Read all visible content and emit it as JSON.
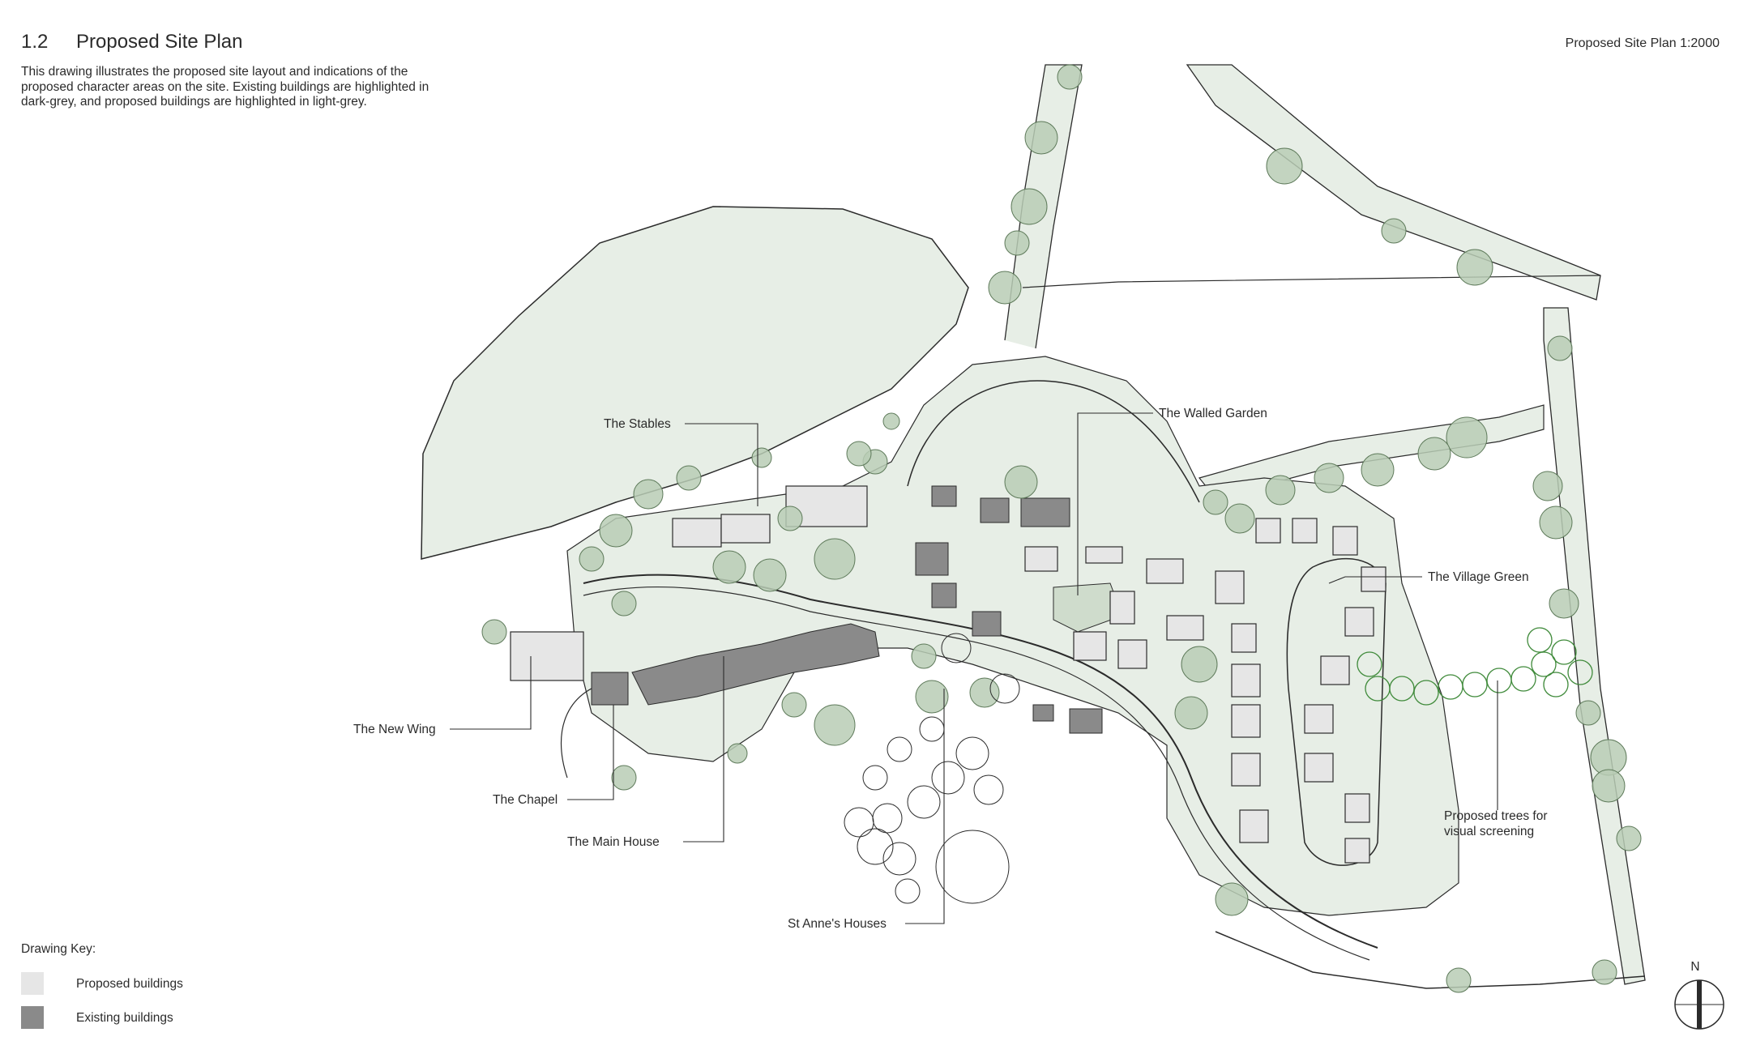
{
  "header": {
    "section_number": "1.2",
    "title": "Proposed Site Plan",
    "description": "This drawing illustrates the proposed site layout and indications of the proposed character areas on the site. Existing buildings are highlighted in dark-grey, and proposed buildings are highlighted in light-grey.",
    "scale": "Proposed Site Plan 1:2000"
  },
  "labels": {
    "stables": "The Stables",
    "walled_garden": "The Walled Garden",
    "village_green": "The Village Green",
    "new_wing": "The New Wing",
    "chapel": "The Chapel",
    "main_house": "The Main House",
    "st_annes": "St Anne's Houses",
    "screening_line1": "Proposed trees for",
    "screening_line2": "visual screening"
  },
  "key": {
    "title": "Drawing Key:",
    "proposed": "Proposed buildings",
    "existing": "Existing buildings"
  },
  "north": "N",
  "colors": {
    "green_area": "#e7eee6",
    "tree_fill": "#b9cdb5",
    "tree_stroke": "#5e7a5a",
    "screen_tree": "#3f8a3a",
    "proposed_building": "#e6e6e6",
    "existing_building": "#8a8a8a",
    "line": "#2b2b2b"
  }
}
